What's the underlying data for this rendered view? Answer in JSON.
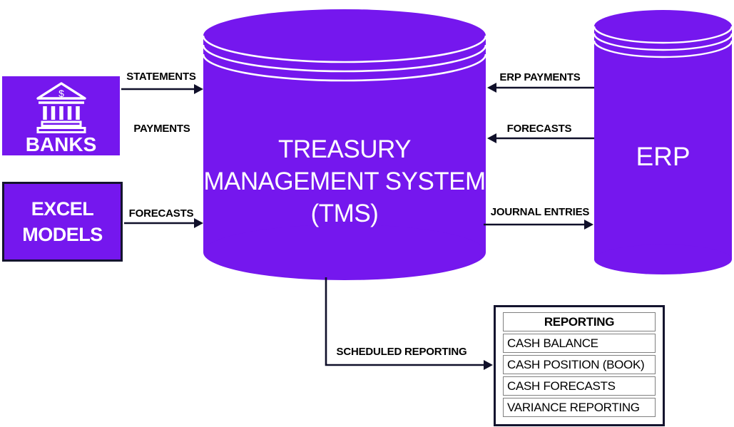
{
  "colors": {
    "purple": "#7517EE",
    "arrow_line": "#10102A",
    "table_inner_border": "#808080",
    "label_text": "#000000",
    "box_text": "#FFFFFF"
  },
  "banks": {
    "label": "BANKS",
    "icon": "bank-building-icon"
  },
  "excel": {
    "line1": "EXCEL",
    "line2": "MODELS"
  },
  "tms": {
    "line1": "TREASURY",
    "line2": "MANAGEMENT SYSTEM",
    "line3": "(TMS)"
  },
  "erp": {
    "label": "ERP"
  },
  "flows": {
    "statements": "STATEMENTS",
    "payments": "PAYMENTS",
    "forecasts_left": "FORECASTS",
    "erp_payments": "ERP PAYMENTS",
    "forecasts_right": "FORECASTS",
    "journal_entries": "JOURNAL ENTRIES",
    "scheduled_reporting": "SCHEDULED REPORTING"
  },
  "reporting": {
    "header": "REPORTING",
    "rows": [
      "CASH BALANCE",
      "CASH POSITION (BOOK)",
      "CASH FORECASTS",
      "VARIANCE REPORTING"
    ]
  }
}
